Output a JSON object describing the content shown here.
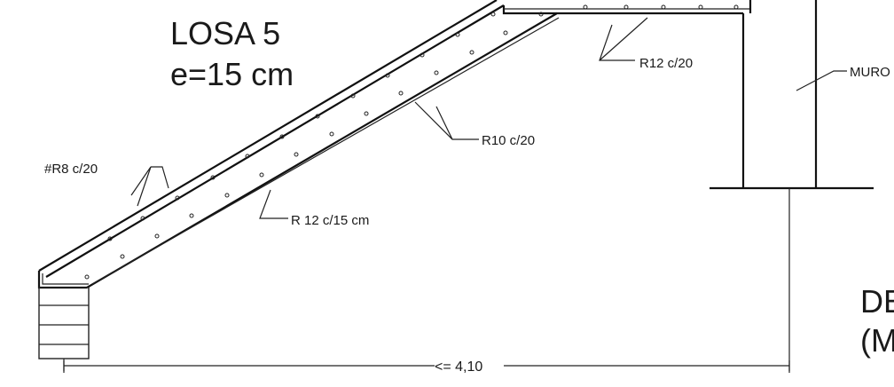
{
  "title": {
    "line1": "LOSA 5",
    "line2": "e=15 cm"
  },
  "labels": {
    "top_rebar": "R12 c/20",
    "wall": "MURO",
    "bottom_rebar": "R10 c/20",
    "mesh": "#R8 c/20",
    "slab_rebar": "R 12 c/15 cm",
    "span": "<=  4,10",
    "detail_line1": "DE",
    "detail_line2": "(M"
  }
}
